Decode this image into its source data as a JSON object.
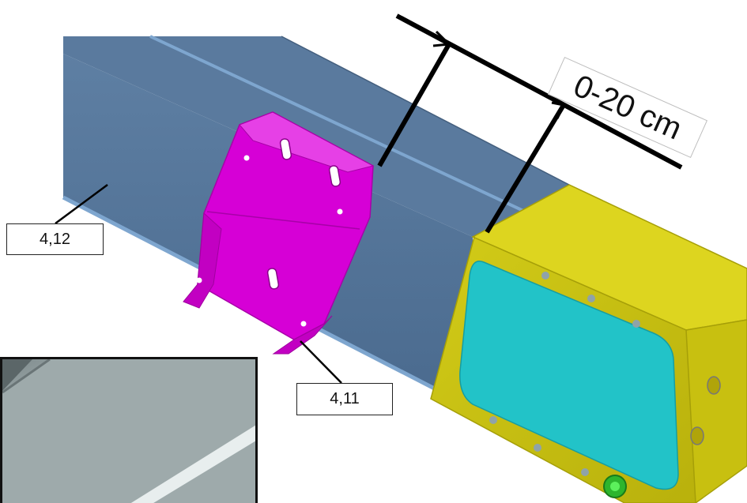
{
  "figure": {
    "dimension_label": "0-20 cm",
    "callouts": [
      {
        "id": "beam",
        "label": "4,12"
      },
      {
        "id": "bracket",
        "label": "4,11"
      }
    ],
    "colors": {
      "beam": "#4f6f94",
      "beam_top": "#57779b",
      "beam_stripe": "#7ea6cf",
      "bracket": "#d600d6",
      "end_cap": "#c9c210",
      "end_panel": "#22c3c8",
      "indicator": "#33cc33",
      "dimension_lines": "#000000"
    }
  }
}
